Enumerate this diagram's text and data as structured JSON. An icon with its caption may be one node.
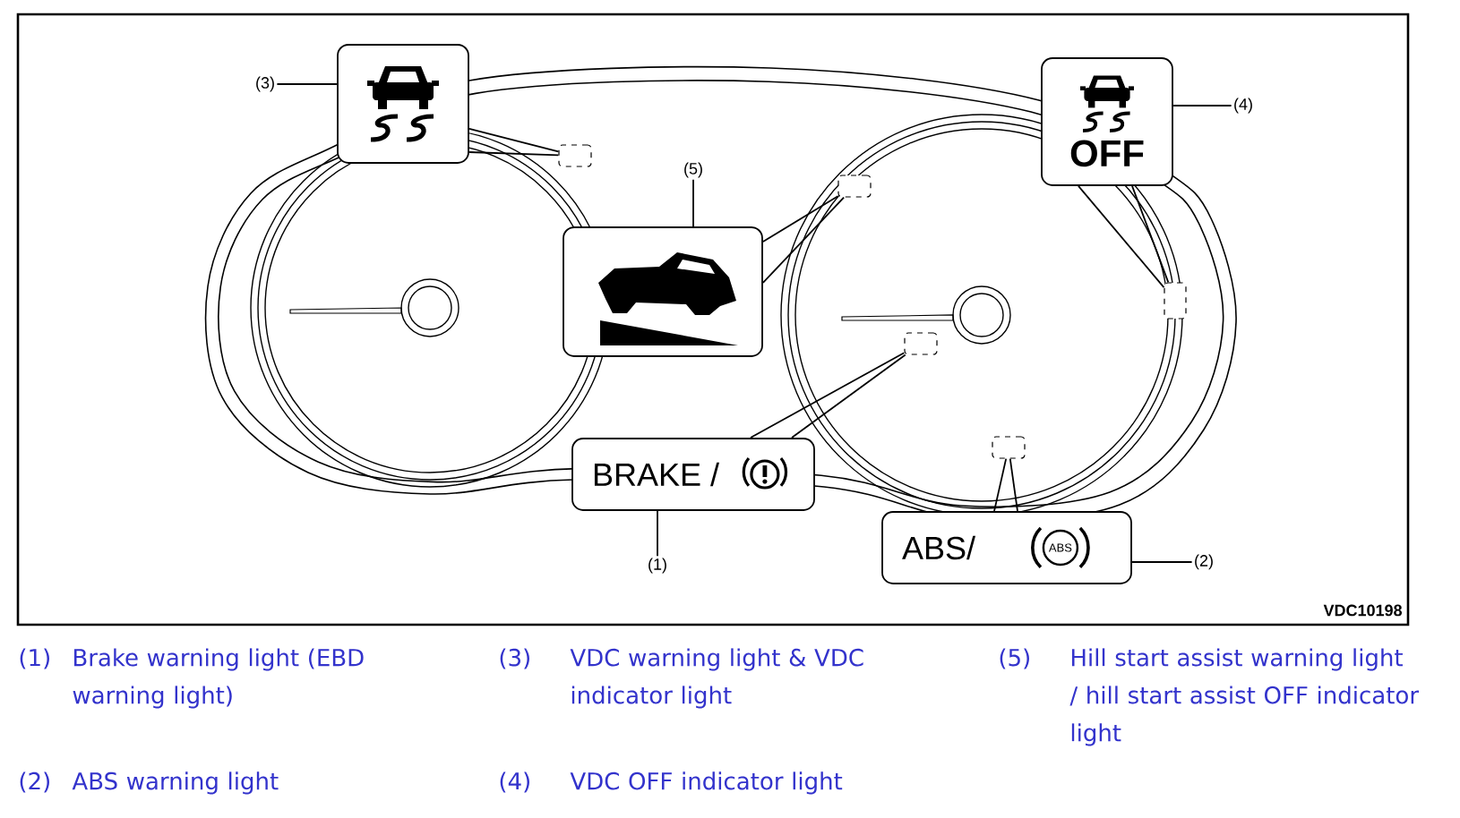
{
  "diagram": {
    "nodes": [
      {
        "text": [
          "(3)"
        ]
      },
      {
        "text": [],
        "shape": "box"
      },
      {
        "text": [],
        "shape": "box"
      },
      {
        "text": [
          "(5)"
        ]
      },
      {
        "text": [],
        "shape": "box"
      },
      {
        "text": [],
        "shape": "box"
      },
      {
        "text": [
          "(4)"
        ]
      },
      {
        "text": [
          "OFF"
        ]
      },
      {
        "text": [],
        "shape": "box"
      },
      {
        "text": [
          "BRAKE /"
        ]
      },
      {
        "text": [],
        "shape": "box"
      },
      {
        "text": [
          "(1)"
        ]
      },
      {
        "text": [
          "ABS/",
          "ABS"
        ]
      },
      {
        "text": [],
        "shape": "box"
      },
      {
        "text": [
          "(2)"
        ]
      }
    ],
    "edges": [
      {
        "from": 0,
        "to": 1,
        "arrow": "none"
      },
      {
        "from": 1,
        "to": 2,
        "arrow": "none"
      },
      {
        "from": 3,
        "to": 4,
        "arrow": "none"
      },
      {
        "from": 4,
        "to": 5,
        "arrow": "none"
      },
      {
        "from": 6,
        "to": 7,
        "arrow": "none"
      },
      {
        "from": 7,
        "to": 8,
        "arrow": "none"
      },
      {
        "from": 9,
        "to": 10,
        "arrow": "none"
      },
      {
        "from": 11,
        "to": 9,
        "arrow": "none"
      },
      {
        "from": 12,
        "to": 13,
        "arrow": "none"
      },
      {
        "from": 14,
        "to": 12,
        "arrow": "none"
      }
    ],
    "labels": [
      "VDC10198",
      "(1)",
      "Brake warning light (EBD warning light)",
      "(3)",
      "VDC warning light & VDC indicator light",
      "(5)",
      "Hill start assist warning light / hill start assist OFF indicator light",
      "(2)",
      "ABS warning light",
      "(4)",
      "VDC OFF indicator light"
    ]
  }
}
